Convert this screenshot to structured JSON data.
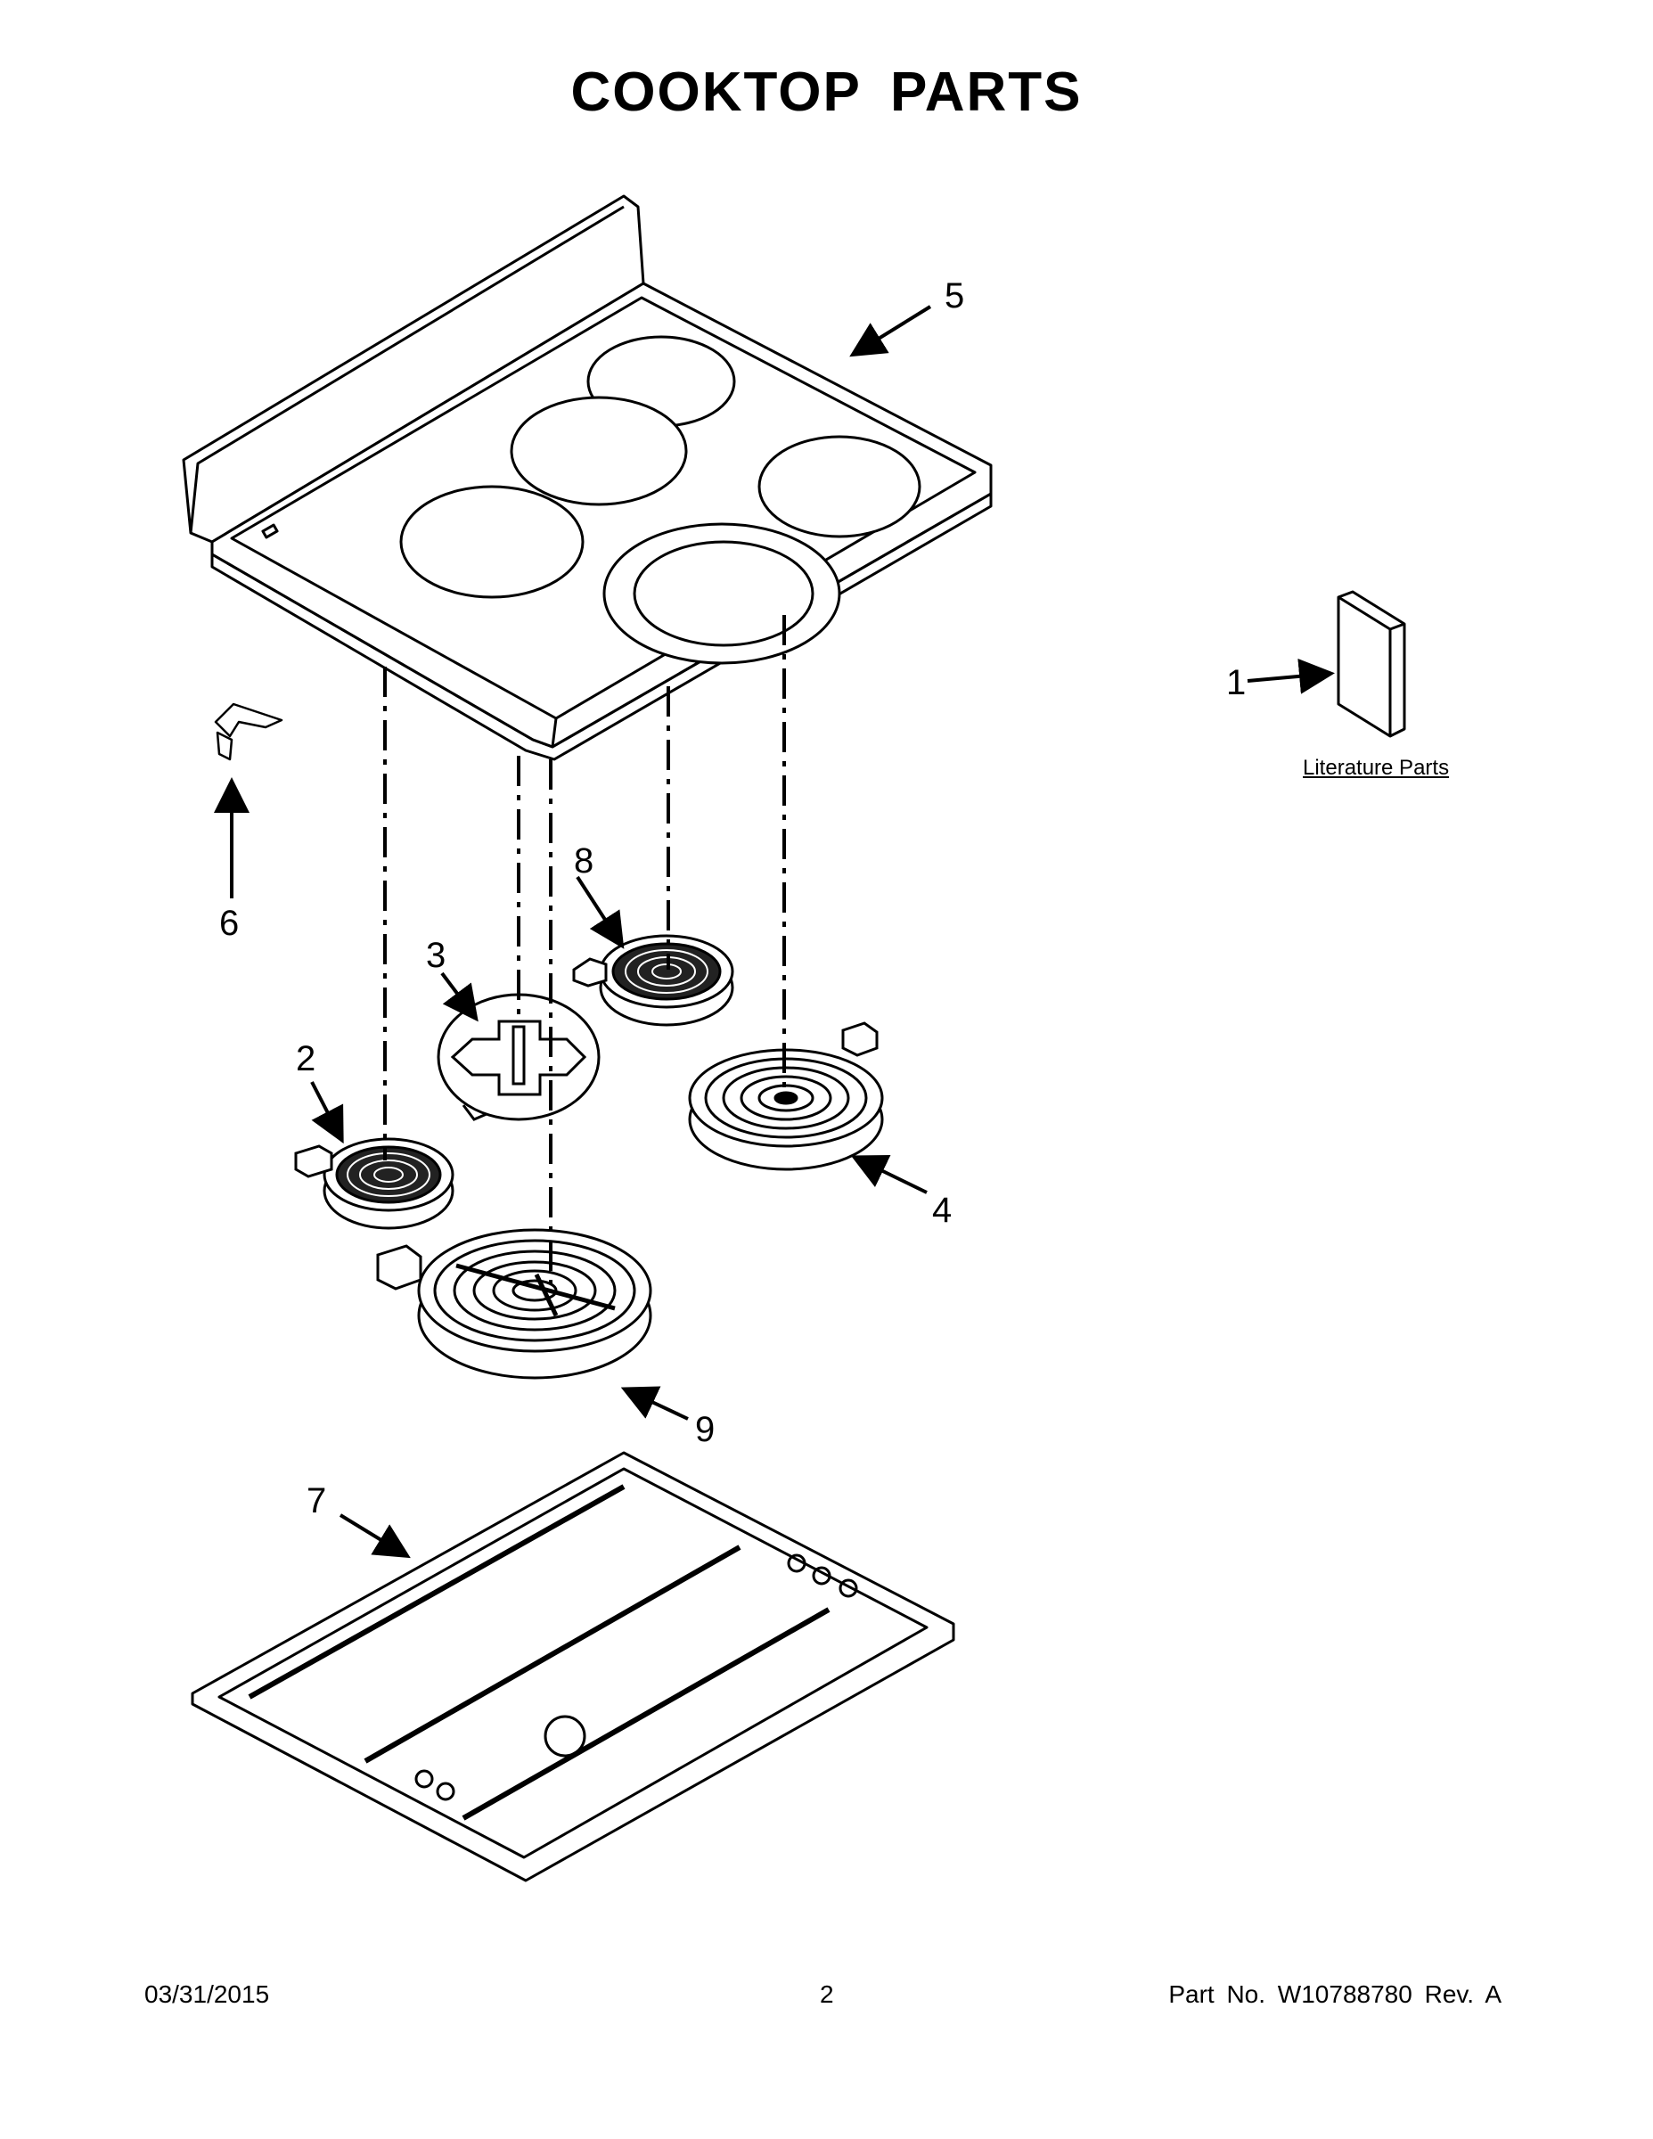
{
  "page": {
    "title": "COOKTOP  PARTS"
  },
  "literature": {
    "label": "Literature Parts"
  },
  "callouts": [
    {
      "id": "1",
      "label": "1"
    },
    {
      "id": "2",
      "label": "2"
    },
    {
      "id": "3",
      "label": "3"
    },
    {
      "id": "4",
      "label": "4"
    },
    {
      "id": "5",
      "label": "5"
    },
    {
      "id": "6",
      "label": "6"
    },
    {
      "id": "7",
      "label": "7"
    },
    {
      "id": "8",
      "label": "8"
    },
    {
      "id": "9",
      "label": "9"
    }
  ],
  "footer": {
    "date": "03/31/2015",
    "page_number": "2",
    "part_no": "Part No.  W10788780  Rev.  A"
  }
}
